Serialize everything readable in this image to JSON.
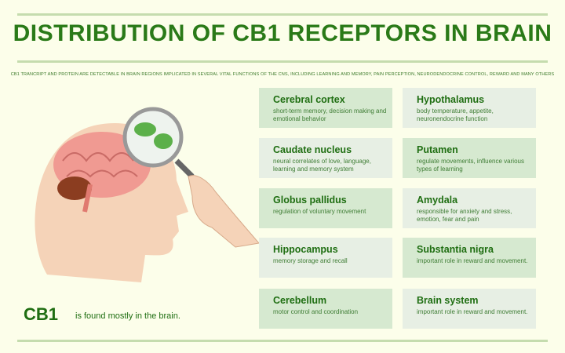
{
  "title": "DISTRIBUTION OF CB1 RECEPTORS IN BRAIN",
  "subtitle": "CB1 TRANCRIPT AND PROTEIN ARE DETECTABLE IN BRAIN REGIONS IMPLICATED IN SEVERAL VITAL FUNCTIONS OF THE CNS, INCLUDING LEARNING AND MEMORY, PAIN PERCEPTION, NEURODENDOCRINE CONTROL, REWARD AND MANY OTHERS",
  "footer": {
    "cb1": "CB1",
    "text": "is found mostly in the brain."
  },
  "colors": {
    "title": "#2a7a18",
    "box_dark": "#d6e9d0",
    "box_light": "#e7efe4",
    "background": "#fcfeea"
  },
  "regions": [
    {
      "title": "Cerebral cortex",
      "desc": "short-term memory, decision making and emotional behavior"
    },
    {
      "title": "Hypothalamus",
      "desc": "body temperature, appetite, neuronendocrine function"
    },
    {
      "title": "Caudate nucleus",
      "desc": "neural correlates of love, language, learning and memory system"
    },
    {
      "title": "Putamen",
      "desc": "regulate movements, influence various types of learning"
    },
    {
      "title": "Globus pallidus",
      "desc": "regulation of voluntary movement"
    },
    {
      "title": "Amydala",
      "desc": "responsible for anxiety and stress, emotion, fear and pain"
    },
    {
      "title": "Hippocampus",
      "desc": "memory storage and recall"
    },
    {
      "title": "Substantia nigra",
      "desc": "important role in reward and movement."
    },
    {
      "title": "Cerebellum",
      "desc": "motor control and coordination"
    },
    {
      "title": "Brain system",
      "desc": "important role in reward and movement."
    }
  ]
}
